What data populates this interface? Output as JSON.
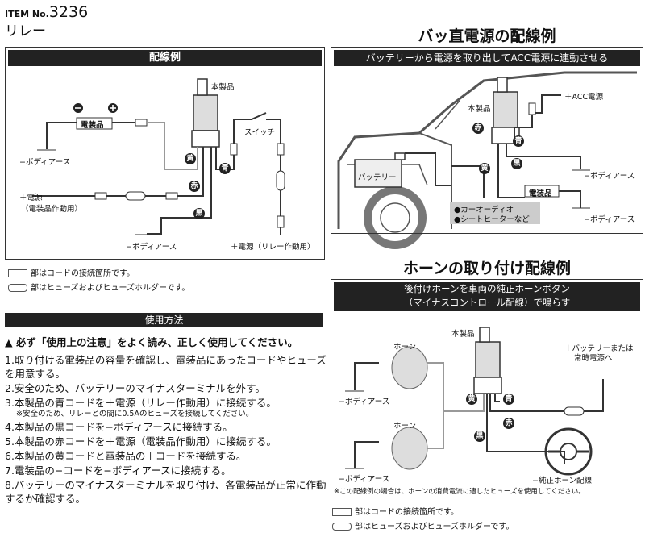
{
  "item": {
    "label": "ITEM No.",
    "number": "3236",
    "name": "リレー"
  },
  "left_diagram": {
    "header": "配線例",
    "product": "本製品",
    "load": "電装品",
    "switch": "スイッチ",
    "body_earth_left": "ボディアース",
    "power_source": "電源",
    "power_source_sub": "（電装品作動用）",
    "body_earth_bottom": "ボディアース",
    "relay_power": "電源（リレー作動用）",
    "wire_yellow": "黄",
    "wire_blue": "青",
    "wire_red": "赤",
    "wire_black": "黒"
  },
  "legend_top": {
    "code": "部はコードの接続箇所です。",
    "fuse": "部はヒューズおよびヒューズホルダーです。"
  },
  "usage": {
    "header": "使用方法",
    "warning": "必ず「使用上の注意」をよく読み、正しく使用してください。",
    "steps": [
      "1.取り付ける電装品の容量を確認し、電装品にあったコードやヒューズを用意する。",
      "2.安全のため、バッテリーのマイナスターミナルを外す。",
      "3.本製品の青コードを＋電源（リレー作動用）に接続する。",
      "4.本製品の黒コードを−ボディアースに接続する。",
      "5.本製品の赤コードを＋電源（電装品作動用）に接続する。",
      "6.本製品の黄コードと電装品の＋コードを接続する。",
      "7.電装品の−コードを−ボディアースに接続する。",
      "8.バッテリーのマイナスターミナルを取り付け、各電装品が正常に作動するか確認する。"
    ],
    "step3_note": "※安全のため、リレーとの間に0.5Aのヒューズを接続してください。"
  },
  "battery_section": {
    "title": "バッ直電源の配線例",
    "header": "バッテリーから電源を取り出してACC電源に連動させる",
    "product": "本製品",
    "acc": "ACC電源",
    "battery": "バッテリー",
    "load": "電装品",
    "body_earth_1": "ボディアース",
    "body_earth_2": "ボディアース",
    "examples": [
      "●カーオーディオ",
      "●シートヒーターなど"
    ],
    "wire_red": "赤",
    "wire_blue": "青",
    "wire_yellow": "黄",
    "wire_black": "黒"
  },
  "horn_section": {
    "title": "ホーンの取り付け配線例",
    "header_line1": "後付けホーンを車両の純正ホーンボタン",
    "header_line2": "（マイナスコントロール配線）で鳴らす",
    "product": "本製品",
    "horn_1": "ホーン",
    "horn_2": "ホーン",
    "body_earth_1": "ボディアース",
    "body_earth_2": "ボディアース",
    "battery_line1": "バッテリーまたは",
    "battery_line2": "常時電源へ",
    "genuine_horn": "純正ホーン配線",
    "note": "※この配線例の場合は、ホーンの消費電流に適したヒューズを使用してください。",
    "wire_yellow": "黄",
    "wire_blue": "青",
    "wire_red": "赤",
    "wire_black": "黒"
  },
  "legend_bottom": {
    "code": "部はコードの接続箇所です。",
    "fuse": "部はヒューズおよびヒューズホルダーです。"
  },
  "colors": {
    "dark": "#222222",
    "wire": "#333333",
    "gray": "#888888",
    "fill": "#dddddd"
  }
}
